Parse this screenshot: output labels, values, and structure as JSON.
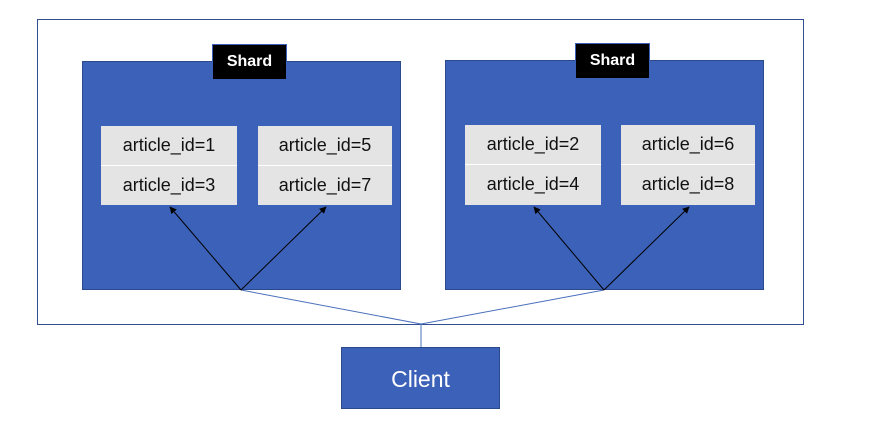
{
  "shards": [
    {
      "label": "Shard",
      "groups": [
        [
          "article_id=1",
          "article_id=3"
        ],
        [
          "article_id=5",
          "article_id=7"
        ]
      ]
    },
    {
      "label": "Shard",
      "groups": [
        [
          "article_id=2",
          "article_id=4"
        ],
        [
          "article_id=6",
          "article_id=8"
        ]
      ]
    }
  ],
  "client": {
    "label": "Client"
  },
  "colors": {
    "shard_fill": "#3b62b8",
    "cell_fill": "#e4e4e4",
    "label_fill": "#000000"
  }
}
